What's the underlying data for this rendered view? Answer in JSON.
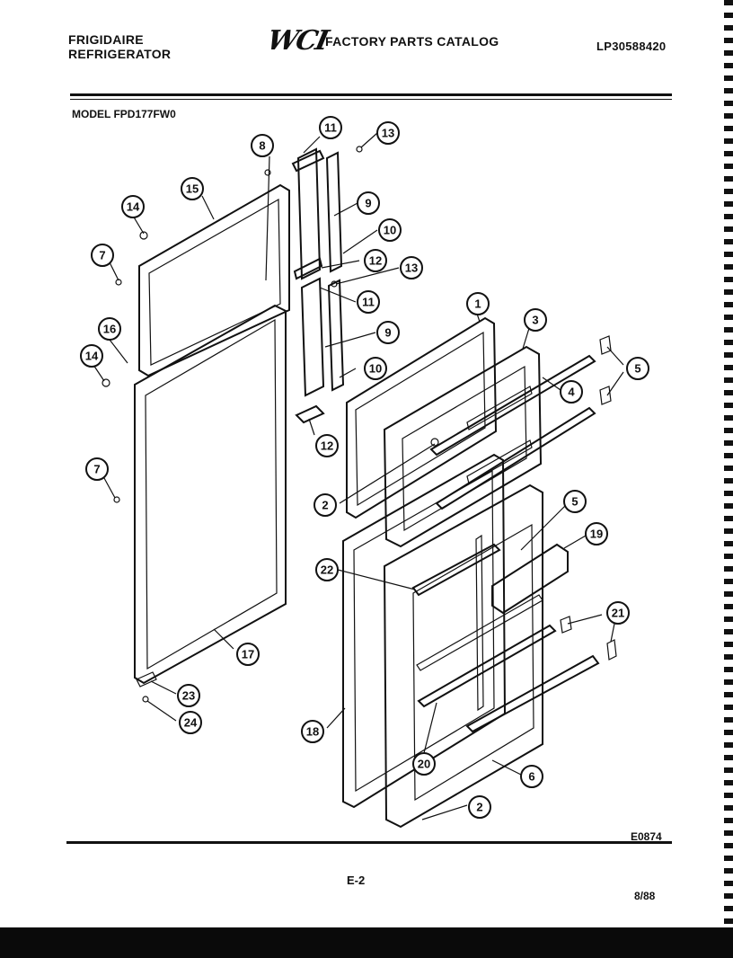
{
  "header": {
    "brand_line1": "FRIGIDAIRE",
    "brand_line2": "REFRIGERATOR",
    "logo": "WCI",
    "catalog_title": "FACTORY PARTS CATALOG",
    "catalog_number": "LP30588420"
  },
  "model": "MODEL FPD177FW0",
  "footer": {
    "drawing_code": "E0874",
    "page": "E-2",
    "date": "8/88"
  },
  "callouts": [
    {
      "id": "c1",
      "label": "1"
    },
    {
      "id": "c2a",
      "label": "2"
    },
    {
      "id": "c2b",
      "label": "2"
    },
    {
      "id": "c3",
      "label": "3"
    },
    {
      "id": "c4",
      "label": "4"
    },
    {
      "id": "c5a",
      "label": "5"
    },
    {
      "id": "c5b",
      "label": "5"
    },
    {
      "id": "c6",
      "label": "6"
    },
    {
      "id": "c7a",
      "label": "7"
    },
    {
      "id": "c7b",
      "label": "7"
    },
    {
      "id": "c8",
      "label": "8"
    },
    {
      "id": "c9a",
      "label": "9"
    },
    {
      "id": "c9b",
      "label": "9"
    },
    {
      "id": "c10a",
      "label": "10"
    },
    {
      "id": "c10b",
      "label": "10"
    },
    {
      "id": "c11a",
      "label": "11"
    },
    {
      "id": "c11b",
      "label": "11"
    },
    {
      "id": "c12a",
      "label": "12"
    },
    {
      "id": "c12b",
      "label": "12"
    },
    {
      "id": "c13a",
      "label": "13"
    },
    {
      "id": "c13b",
      "label": "13"
    },
    {
      "id": "c14a",
      "label": "14"
    },
    {
      "id": "c14b",
      "label": "14"
    },
    {
      "id": "c15",
      "label": "15"
    },
    {
      "id": "c16",
      "label": "16"
    },
    {
      "id": "c17",
      "label": "17"
    },
    {
      "id": "c18",
      "label": "18"
    },
    {
      "id": "c19",
      "label": "19"
    },
    {
      "id": "c20",
      "label": "20"
    },
    {
      "id": "c21",
      "label": "21"
    },
    {
      "id": "c22",
      "label": "22"
    },
    {
      "id": "c23",
      "label": "23"
    },
    {
      "id": "c24",
      "label": "24"
    }
  ]
}
